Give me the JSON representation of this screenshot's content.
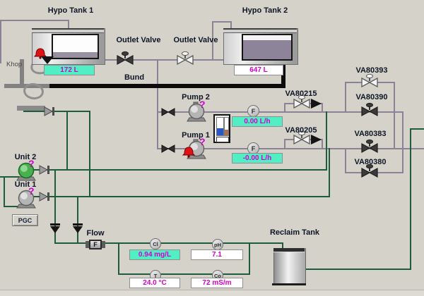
{
  "labels": {
    "tank1": "Hypo Tank 1",
    "tank2": "Hypo Tank 2",
    "outlet_valve": "Outlet Valve",
    "bund": "Bund",
    "khop": "Khop",
    "pump2": "Pump 2",
    "pump1": "Pump 1",
    "unit2": "Unit 2",
    "unit1": "Unit 1",
    "pgc": "PGC",
    "flow": "Flow",
    "reclaim_tank": "Reclaim Tank"
  },
  "valves": {
    "va80215": "VA80215",
    "va80205": "VA80205",
    "va80393": "VA80393",
    "va80390": "VA80390",
    "va80383": "VA80383",
    "va80380": "VA80380"
  },
  "readings": {
    "tank1_level": "172 L",
    "tank2_level": "647 L",
    "pump2_flow": "0.00 L/h",
    "pump1_flow": "-0.00 L/h",
    "chlorine": "0.94 mg/L",
    "ph": "7.1",
    "temperature": "24.0 °C",
    "conductivity": "72 mS/m"
  },
  "sensors": {
    "flow_meter": "F",
    "chlorine": "Cl",
    "ph": "pH",
    "temperature": "T",
    "conductivity": "Co"
  },
  "pumps": {
    "status_symbol": "?"
  },
  "colors": {
    "background": "#d5d2ca",
    "hypo_pipe": "#8d8195",
    "water_pipe": "#1f5c3d",
    "reading_bg_cyan": "#52eec4",
    "reading_text": "#d400cc",
    "alarm_red": "#dd1414",
    "unit2_pump_green": "#48b14e"
  }
}
